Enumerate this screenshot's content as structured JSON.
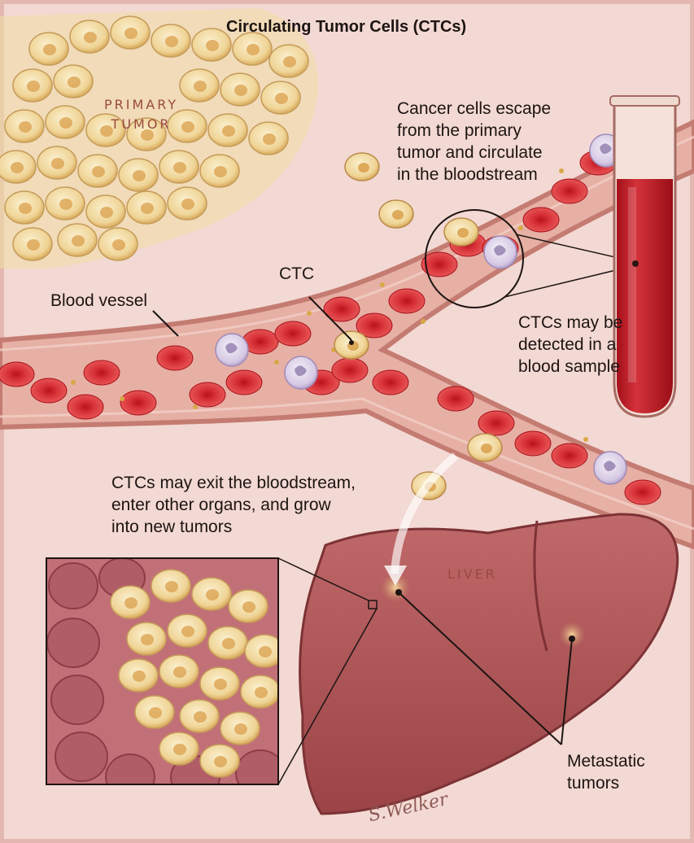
{
  "title": "Circulating Tumor Cells (CTCs)",
  "labels": {
    "primary_tumor": "PRIMARY\nTUMOR",
    "escape_note": "Cancer cells escape\nfrom the primary\ntumor and circulate\nin the bloodstream",
    "ctc": "CTC",
    "blood_vessel": "Blood vessel",
    "detection_note": "CTCs may be\ndetected in a\nblood sample",
    "exit_note": "CTCs may exit the bloodstream,\nenter other organs, and grow\ninto new tumors",
    "liver": "LIVER",
    "metastatic": "Metastatic\ntumors"
  },
  "signature": "S.Welker",
  "colors": {
    "background": "#f3d9d3",
    "vessel": "#e8b6aa",
    "vessel_wall": "#c9847a",
    "blood": "#c7141e",
    "red_cell": "#d6333b",
    "tumor_cell": "#f1d79a",
    "tumor_nucleus": "#d9a04a",
    "white_cell": "#ddd3ea",
    "liver": "#b4585a",
    "liver_dark": "#8e3b3f"
  }
}
